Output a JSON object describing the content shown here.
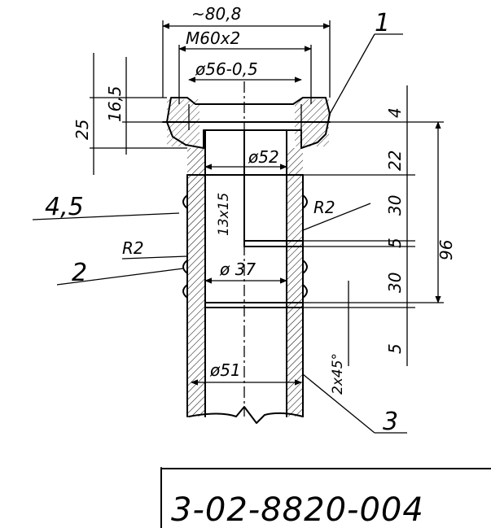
{
  "drawing": {
    "dims": {
      "overall_width": "~80,8",
      "thread": "M60x2",
      "diam_56": "ø56-0,5",
      "diam_52": "ø52",
      "diam_37": "ø 37",
      "diam_51": "ø51",
      "h_25": "25",
      "h_16_5": "16,5",
      "h_4": "4",
      "h_22": "22",
      "h_30_top": "30",
      "h_5_mid": "5",
      "h_96": "96",
      "h_30_bot": "30",
      "h_5_bot": "5",
      "chamfer": "13x15",
      "chamfer_2": "2x45°",
      "radius_top": "R2",
      "radius_left": "R2"
    },
    "callouts": {
      "c1": "1",
      "c2": "2",
      "c3": "3",
      "c45": "4,5"
    },
    "code": "3-02-8820-004"
  }
}
